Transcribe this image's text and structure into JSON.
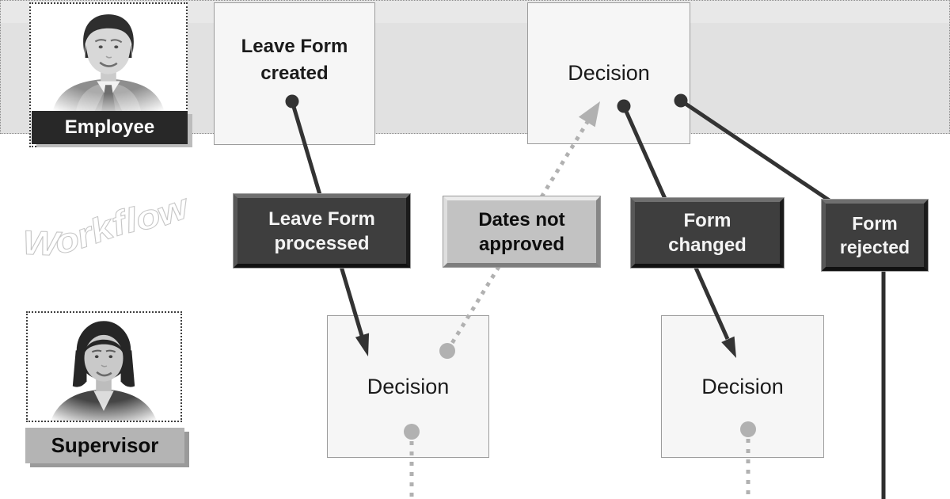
{
  "diagram": {
    "lanes": {
      "employee": {
        "label": "Employee",
        "photo": "man-portrait-photo"
      },
      "workflow": {
        "label": "Workflow"
      },
      "supervisor": {
        "label": "Supervisor",
        "photo": "woman-portrait-photo"
      }
    },
    "nodes": {
      "leave_form_created": {
        "label": "Leave Form created",
        "lane": "employee",
        "style": "plain"
      },
      "decision_employee": {
        "label": "Decision",
        "lane": "employee",
        "style": "plain"
      },
      "leave_form_processed": {
        "label": "Leave Form processed",
        "lane": "workflow",
        "style": "dark"
      },
      "dates_not_approved": {
        "label": "Dates not approved",
        "lane": "workflow",
        "style": "light"
      },
      "form_changed": {
        "label": "Form changed",
        "lane": "workflow",
        "style": "dark"
      },
      "form_rejected": {
        "label": "Form rejected",
        "lane": "workflow",
        "style": "dark"
      },
      "decision_supervisor_left": {
        "label": "Decision",
        "lane": "supervisor",
        "style": "plain"
      },
      "decision_supervisor_right": {
        "label": "Decision",
        "lane": "supervisor",
        "style": "plain"
      }
    },
    "connectors": [
      {
        "from": "leave_form_created",
        "via": "leave_form_processed",
        "to": "decision_supervisor_left",
        "style": "solid-arrow"
      },
      {
        "from": "decision_supervisor_left",
        "via": "dates_not_approved",
        "to": "decision_employee",
        "style": "dotted-arrow"
      },
      {
        "from": "decision_employee",
        "via": "form_changed",
        "to": "decision_supervisor_right",
        "style": "solid-arrow"
      },
      {
        "from": "decision_employee",
        "to": "form_rejected",
        "style": "solid"
      },
      {
        "from": "form_rejected",
        "to": "offscreen-bottom",
        "style": "solid"
      },
      {
        "from": "decision_supervisor_left",
        "to": "offscreen-bottom",
        "style": "dotted"
      },
      {
        "from": "decision_supervisor_right",
        "to": "offscreen-bottom",
        "style": "dotted"
      }
    ],
    "colors": {
      "lane_band": "#e1e1e1",
      "plain_node_bg": "#f6f6f6",
      "dark_node_bg": "#3e3e3e",
      "light_node_bg": "#c2c2c2",
      "solid_connector": "#333333",
      "dotted_connector": "#b1b1b1",
      "employee_label_bg": "#282828",
      "supervisor_label_bg": "#b4b4b4"
    }
  }
}
